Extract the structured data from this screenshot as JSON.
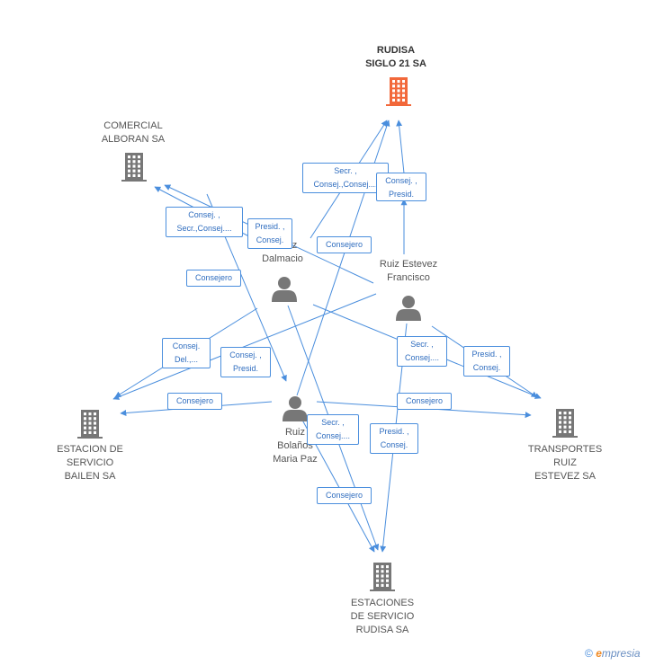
{
  "colors": {
    "edge": "#4a8edd",
    "company": "#777777",
    "focus_company": "#f2683a",
    "person": "#777777"
  },
  "companies": [
    {
      "id": "rudisa",
      "label": "RUDISA\nSIGLO 21 SA",
      "icon": "building-icon",
      "focus": true
    },
    {
      "id": "comercial",
      "label": "COMERCIAL\nALBORAN SA",
      "icon": "building-icon"
    },
    {
      "id": "bailen",
      "label": "ESTACION DE\nSERVICIO\nBAILEN SA",
      "icon": "building-icon"
    },
    {
      "id": "transportes",
      "label": "TRANSPORTES\nRUIZ\nESTEVEZ SA",
      "icon": "building-icon"
    },
    {
      "id": "estaciones",
      "label": "ESTACIONES\nDE SERVICIO\nRUDISA SA",
      "icon": "building-icon"
    }
  ],
  "persons": [
    {
      "id": "dalmacio",
      "label": "...evez\nDalmacio",
      "icon": "person-icon"
    },
    {
      "id": "francisco",
      "label": "Ruiz Estevez\nFrancisco",
      "icon": "person-icon"
    },
    {
      "id": "maria",
      "label": "Ruiz\nBolaños\nMaria Paz",
      "icon": "person-icon"
    }
  ],
  "edge_labels": [
    {
      "id": "l1",
      "text": "Secr. ,\nConsej.,Consej...."
    },
    {
      "id": "l2",
      "text": "Consej. ,\nPresid."
    },
    {
      "id": "l3",
      "text": "Consej. ,\nSecr.,Consej...."
    },
    {
      "id": "l4",
      "text": "Presid. ,\nConsej."
    },
    {
      "id": "l5",
      "text": "Consejero"
    },
    {
      "id": "l6",
      "text": "Consejero"
    },
    {
      "id": "l7",
      "text": "Consej.\nDel.,..."
    },
    {
      "id": "l8",
      "text": "Consej. ,\nPresid."
    },
    {
      "id": "l9",
      "text": "Secr. ,\nConsej...."
    },
    {
      "id": "l10",
      "text": "Presid. ,\nConsej."
    },
    {
      "id": "l11",
      "text": "Consejero"
    },
    {
      "id": "l12",
      "text": "Consejero"
    },
    {
      "id": "l13",
      "text": "Secr. ,\nConsej...."
    },
    {
      "id": "l14",
      "text": "Presid. ,\nConsej."
    },
    {
      "id": "l15",
      "text": "Consejero"
    }
  ],
  "footer": {
    "copyright": "©",
    "brand_initial": "e",
    "brand_rest": "mpresia"
  }
}
